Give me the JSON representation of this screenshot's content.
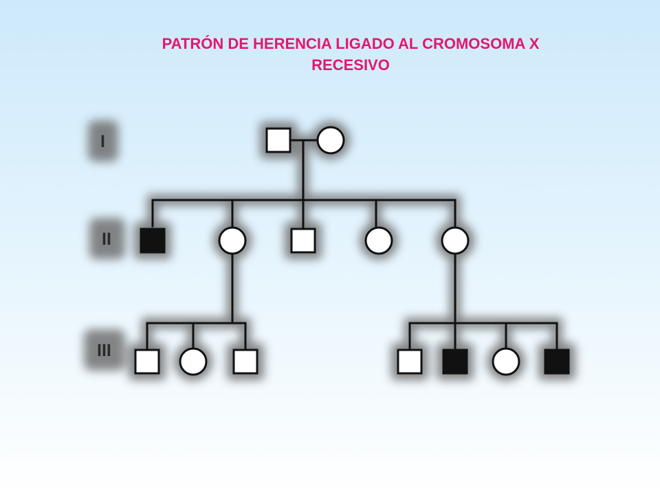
{
  "title": {
    "line1": "PATRÓN DE HERENCIA LIGADO AL CROMOSOMA X",
    "line2": "RECESIVO"
  },
  "generations": [
    {
      "label": "I"
    },
    {
      "label": "II"
    },
    {
      "label": "III"
    }
  ],
  "pedigree": {
    "generation_I": [
      {
        "sex": "male",
        "affected": false
      },
      {
        "sex": "female",
        "affected": false
      }
    ],
    "generation_II": [
      {
        "sex": "male",
        "affected": true
      },
      {
        "sex": "female",
        "affected": false
      },
      {
        "sex": "male",
        "affected": false
      },
      {
        "sex": "female",
        "affected": false
      },
      {
        "sex": "female",
        "affected": false
      }
    ],
    "generation_III_family_1": [
      {
        "sex": "male",
        "affected": false
      },
      {
        "sex": "female",
        "affected": false
      },
      {
        "sex": "male",
        "affected": false
      }
    ],
    "generation_III_family_2": [
      {
        "sex": "male",
        "affected": false
      },
      {
        "sex": "male",
        "affected": true
      },
      {
        "sex": "female",
        "affected": false
      },
      {
        "sex": "male",
        "affected": true
      }
    ]
  },
  "colors": {
    "title": "#e3176e",
    "symbol_stroke": "#111111",
    "affected_fill": "#111111",
    "unaffected_fill": "#ffffff",
    "glow": "#6f6f6f"
  }
}
